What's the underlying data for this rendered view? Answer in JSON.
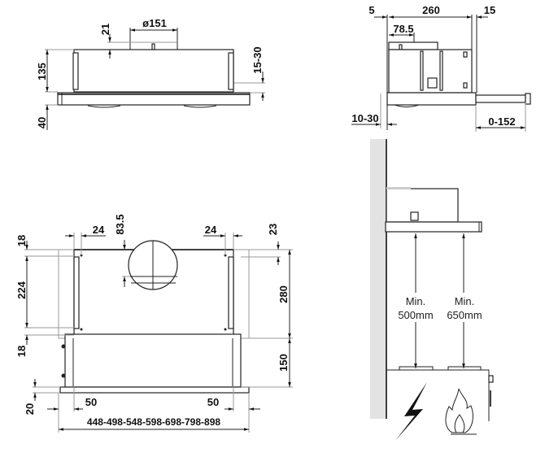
{
  "front_view": {
    "duct_diameter": "ø151",
    "duct_height": "21",
    "body_height": "135",
    "fascia_height": "40",
    "fascia_offset": "15-30"
  },
  "bottom_view": {
    "top_margin": "18",
    "bracket_spacing": "224",
    "bottom_margin": "18",
    "left_bracket_offset": "24",
    "right_bracket_offset": "24",
    "duct_offset": "83.5",
    "right_top_offset": "23",
    "body_depth": "280",
    "drawer_depth": "150",
    "rail_height": "20",
    "left_side": "50",
    "right_side": "50",
    "widths": "448-498-548-598-698-798-898"
  },
  "side_view": {
    "rear_gap": "5",
    "body_depth": "260",
    "front_gap": "15",
    "duct_offset": "78.5",
    "wall_offset": "10-30",
    "extension": "0-152"
  },
  "installation": {
    "electric_label_1": "Min.",
    "electric_label_2": "500mm",
    "gas_label_1": "Min.",
    "gas_label_2": "650mm"
  },
  "colors": {
    "wall": "#e3e3e3",
    "line": "#222222"
  }
}
